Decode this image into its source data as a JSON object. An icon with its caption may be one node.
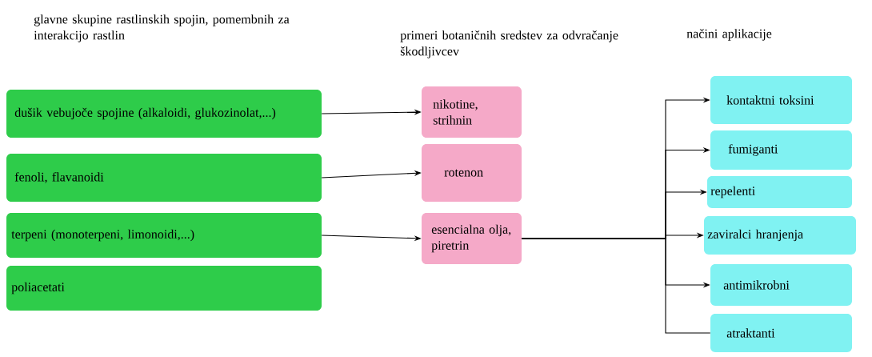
{
  "diagram": {
    "nodes": [
      {
        "text": [
          "dušik vebujoče spojine (alkaloidi, glukozinolat,...)"
        ]
      },
      {
        "text": [
          "fenoli, flavanoidi"
        ]
      },
      {
        "text": [
          "terpeni (monoterpeni, limonoidi,...)"
        ]
      },
      {
        "text": [
          "poliacetati"
        ]
      },
      {
        "text": [
          "nikotine, strihnin"
        ]
      },
      {
        "text": [
          "rotenon"
        ]
      },
      {
        "text": [
          "esencialna olja, piretrin"
        ]
      },
      {
        "text": [
          "kontaktni toksini"
        ]
      },
      {
        "text": [
          "fumiganti"
        ]
      },
      {
        "text": [
          "repelenti"
        ]
      },
      {
        "text": [
          "zaviralci hranjenja"
        ]
      },
      {
        "text": [
          "antimikrobni"
        ]
      },
      {
        "text": [
          "atraktanti"
        ]
      }
    ],
    "edges": [
      {
        "from": 0,
        "to": 4,
        "arrow": "to"
      },
      {
        "from": 1,
        "to": 5,
        "arrow": "to"
      },
      {
        "from": 2,
        "to": 6,
        "arrow": "to"
      },
      {
        "from": 6,
        "to": 7,
        "arrow": "to"
      },
      {
        "from": 6,
        "to": 8,
        "arrow": "to"
      },
      {
        "from": 6,
        "to": 9,
        "arrow": "to"
      },
      {
        "from": 6,
        "to": 10,
        "arrow": "to"
      },
      {
        "from": 6,
        "to": 11,
        "arrow": "to"
      },
      {
        "from": 6,
        "to": 12,
        "arrow": "none"
      }
    ],
    "labels": [
      "glavne skupine rastlinskih spojin, pomembnih za interakcijo rastlin",
      "primeri botaničnih sredstev za odvračanje škodljivcev",
      "načini aplikacije"
    ]
  }
}
